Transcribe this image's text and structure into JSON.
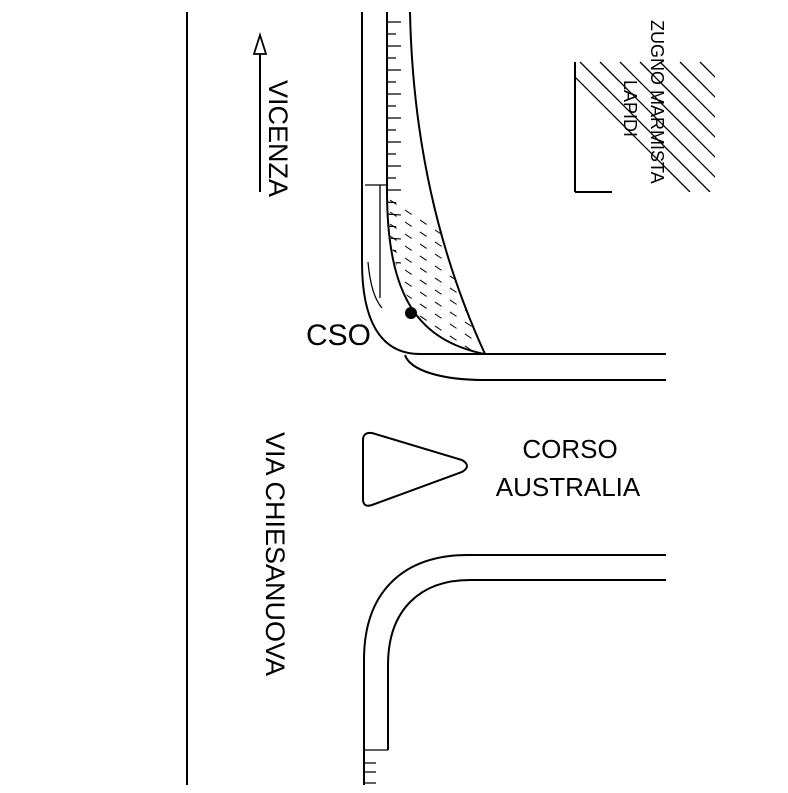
{
  "map": {
    "labels": {
      "vicenza": "VICENZA",
      "via_chiesanuova": "VIA CHIESANUOVA",
      "corso": "CORSO",
      "australia": "AUSTRALIA",
      "cso": "CSO",
      "zugno_marmista": "ZUGNO MARMISTA",
      "lapidi": "LAPIDI"
    },
    "direction_arrow": "arrow-up-icon",
    "marker": "point-marker-icon",
    "colors": {
      "ink": "#000000",
      "background": "#ffffff"
    }
  }
}
